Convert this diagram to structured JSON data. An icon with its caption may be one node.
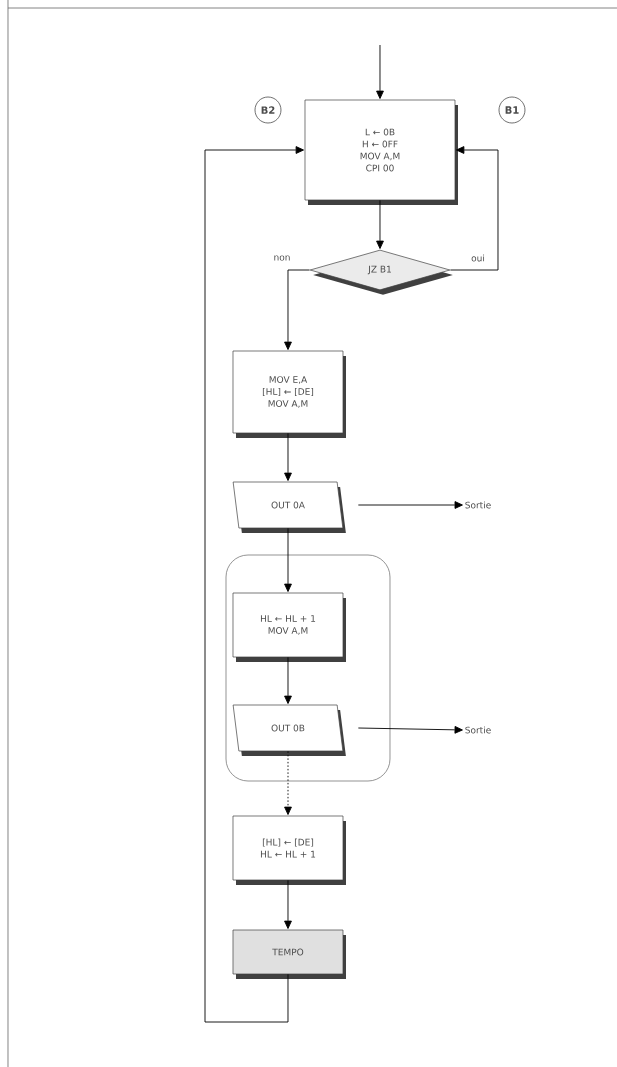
{
  "diagram": {
    "nodes": [
      {
        "text": [
          "B2"
        ]
      },
      {
        "text": [
          "B1"
        ]
      },
      {
        "text": [
          "L ← 0B",
          "H ← 0FF",
          "MOV A,M",
          "CPI 00"
        ]
      },
      {
        "text": [
          "JZ B1"
        ]
      },
      {
        "text": [
          "MOV E,A",
          "[HL] ← [DE]",
          "MOV A,M"
        ]
      },
      {
        "text": [
          "OUT 0A"
        ]
      },
      {
        "text": [
          "Sortie"
        ]
      },
      {
        "text": [],
        "shape": "box"
      },
      {
        "text": [
          "HL ← HL + 1",
          "MOV A,M"
        ],
        "in": 7
      },
      {
        "text": [
          "OUT 0B"
        ],
        "in": 7
      },
      {
        "text": [
          "Sortie"
        ]
      },
      {
        "text": [
          "[HL] ← [DE]",
          "HL ← HL + 1"
        ]
      },
      {
        "text": [
          "TEMPO"
        ]
      }
    ],
    "edges": [
      {
        "from": null,
        "to": 2,
        "arrow": "to"
      },
      {
        "from": 2,
        "to": 3,
        "arrow": "to"
      },
      {
        "from": 3,
        "to": 2,
        "arrow": "to",
        "label": "oui"
      },
      {
        "from": 3,
        "to": 4,
        "arrow": "to",
        "label": "non"
      },
      {
        "from": 4,
        "to": 5,
        "arrow": "to"
      },
      {
        "from": 5,
        "to": 6,
        "arrow": "to"
      },
      {
        "from": 5,
        "to": 8,
        "arrow": "to"
      },
      {
        "from": 8,
        "to": 9,
        "arrow": "to"
      },
      {
        "from": 9,
        "to": 10,
        "arrow": "to"
      },
      {
        "from": 9,
        "to": 11,
        "arrow": "to",
        "style": "dashed"
      },
      {
        "from": 11,
        "to": 12,
        "arrow": "to"
      },
      {
        "from": 12,
        "to": 2,
        "arrow": "to"
      }
    ]
  }
}
